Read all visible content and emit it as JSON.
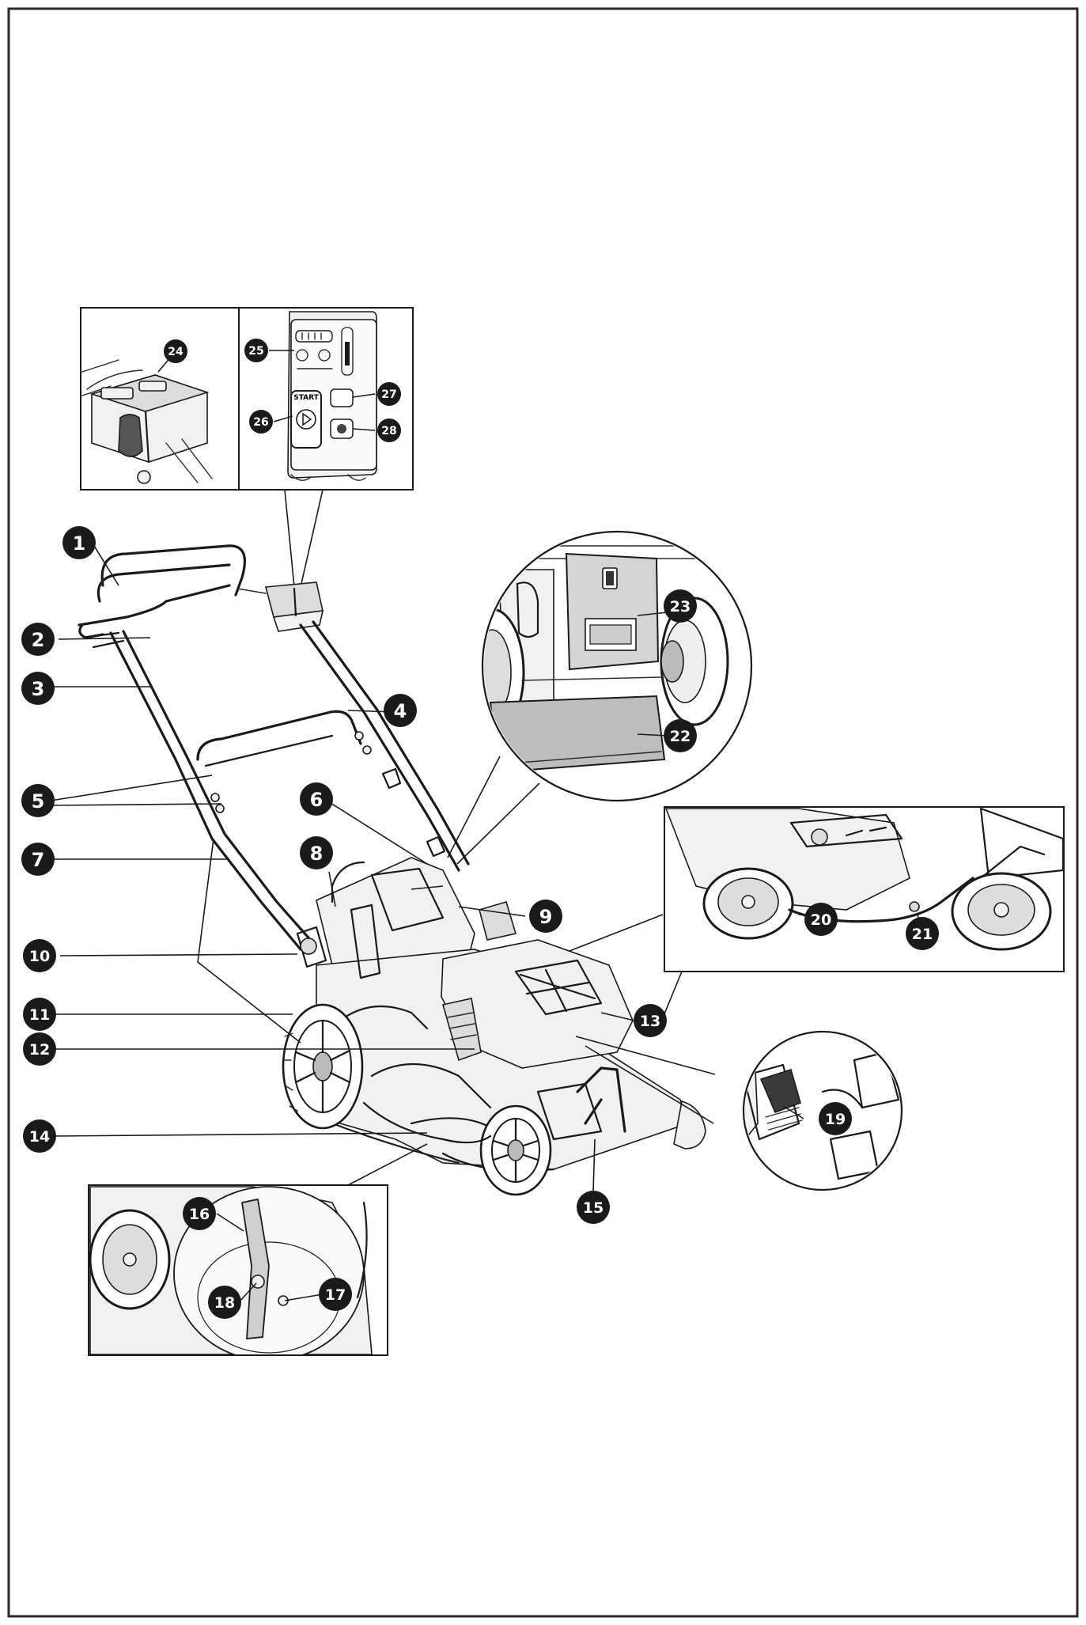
{
  "diagram": {
    "callouts": [
      {
        "id": "c1",
        "label": "1"
      },
      {
        "id": "c2",
        "label": "2"
      },
      {
        "id": "c3",
        "label": "3"
      },
      {
        "id": "c4",
        "label": "4"
      },
      {
        "id": "c5",
        "label": "5"
      },
      {
        "id": "c6",
        "label": "6"
      },
      {
        "id": "c7",
        "label": "7"
      },
      {
        "id": "c8",
        "label": "8"
      },
      {
        "id": "c9",
        "label": "9"
      },
      {
        "id": "c10",
        "label": "10"
      },
      {
        "id": "c11",
        "label": "11"
      },
      {
        "id": "c12",
        "label": "12"
      },
      {
        "id": "c13",
        "label": "13"
      },
      {
        "id": "c14",
        "label": "14"
      },
      {
        "id": "c15",
        "label": "15"
      },
      {
        "id": "c16",
        "label": "16"
      },
      {
        "id": "c17",
        "label": "17"
      },
      {
        "id": "c18",
        "label": "18"
      },
      {
        "id": "c19",
        "label": "19"
      },
      {
        "id": "c20",
        "label": "20"
      },
      {
        "id": "c21",
        "label": "21"
      },
      {
        "id": "c22",
        "label": "22"
      },
      {
        "id": "c23",
        "label": "23"
      },
      {
        "id": "c24",
        "label": "24"
      },
      {
        "id": "c25",
        "label": "25"
      },
      {
        "id": "c26",
        "label": "26"
      },
      {
        "id": "c27",
        "label": "27"
      },
      {
        "id": "c28",
        "label": "28"
      }
    ],
    "control_panel": {
      "start_label": "START"
    }
  }
}
